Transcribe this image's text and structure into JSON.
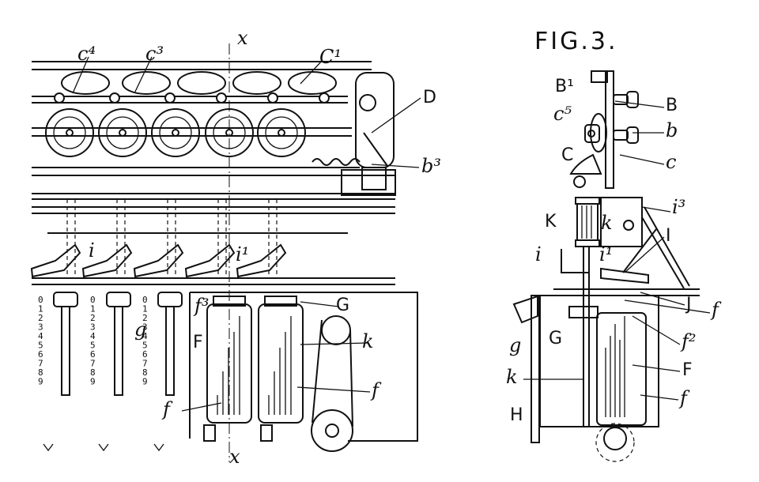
{
  "figure": {
    "title": "FIG.3.",
    "labels_fig2": {
      "c4": "c⁴",
      "c3": "c³",
      "c1": "C¹",
      "d": "D",
      "b3": "b³",
      "x_top": "x",
      "x_bottom": "x",
      "i": "i",
      "i1": "i¹",
      "f3": "f³",
      "g_upper": "G",
      "g_lower": "g",
      "f_upper": "F",
      "k": "k",
      "f_mid": "f",
      "f_lower": "f"
    },
    "labels_fig3": {
      "b1": "B¹",
      "b_upper": "B",
      "c5": "c⁵",
      "b_lower": "b",
      "c_upper": "C",
      "c_lower": "c",
      "k_upper": "K",
      "k_small": "k",
      "i3": "i³",
      "i_big": "I",
      "i_small": "i",
      "i1": "i¹",
      "j": "J",
      "f_small": "f",
      "g_small": "g",
      "g_big": "G",
      "f2": "f²",
      "f_big": "F",
      "k_lower": "k",
      "f_lower": "f",
      "h": "H"
    },
    "dial_digits": [
      "0",
      "1",
      "2",
      "3",
      "4",
      "5",
      "6",
      "7",
      "8",
      "9"
    ]
  }
}
